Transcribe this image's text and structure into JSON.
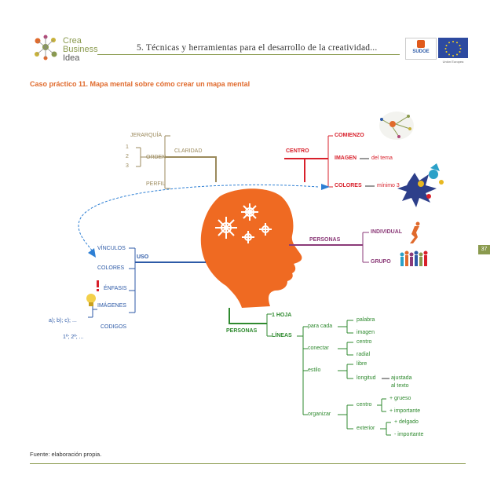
{
  "header": {
    "brand": [
      "Crea",
      "Business",
      "Idea"
    ],
    "chapter_title": "5. Técnicas y herramientas para el desarrollo de la creatividad...",
    "sudoe_label": "SUDOE",
    "eu_label": "Unión Europea"
  },
  "subtitle": "Caso práctico 11. Mapa mental sobre cómo crear un mapa mental",
  "page_number": "37",
  "footer": "Fuente: elaboración propia.",
  "map": {
    "olive": {
      "jerarquia": "JERARQUÍA",
      "n1": "1",
      "n2": "2",
      "n3": "3",
      "orden": "ORDEN",
      "claridad": "CLARIDAD",
      "perfil": "PERFIL"
    },
    "red": {
      "centro": "CENTRO",
      "comienzo": "COMIENZO",
      "imagen": "IMAGEN",
      "del_tema": "del tema",
      "colores": "COLORES",
      "minimo": "mínimo 3"
    },
    "purple": {
      "personas": "PERSONAS",
      "individual": "INDIVIDUAL",
      "grupo": "GRUPO"
    },
    "blue": {
      "vinculos": "VÍNCULOS",
      "uso": "USO",
      "colores": "COLORES",
      "enfasis": "ÉNFASIS",
      "imagenes": "IMÁGENES",
      "codigos": "CODIGOS",
      "abc": "a); b); c); ...",
      "ordinal": "1º; 2º; ..."
    },
    "green": {
      "personas": "PERSONAS",
      "una_hoja": "1 HOJA",
      "lineas": "LÍNEAS",
      "para_cada": "para cada",
      "palabra": "palabra",
      "imagen": "imagen",
      "conectar": "conectar",
      "centro": "centro",
      "radial": "radial",
      "estilo": "estilo",
      "libre": "libre",
      "longitud": "longitud",
      "ajustada": "ajustada",
      "al_texto": "al texto",
      "organizar": "organizar",
      "centro2": "centro",
      "mas_grueso": "+ grueso",
      "mas_importante": "+ importante",
      "exterior": "exterior",
      "mas_delgado": "+ delgado",
      "menos_importante": "- importante"
    }
  },
  "colors": {
    "olive": "#9b8a5c",
    "red": "#d8202b",
    "purple": "#8b3a78",
    "blue": "#2d5aa7",
    "green": "#2f8a2f",
    "orange": "#ef6a22",
    "accent": "#e06a2c",
    "page_tab": "#8a9a4e"
  }
}
